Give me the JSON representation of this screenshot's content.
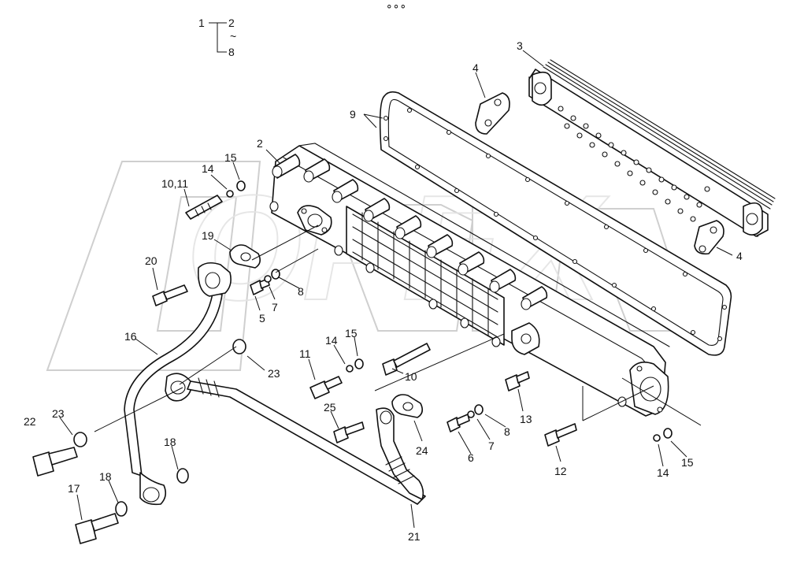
{
  "watermark_text": "OPEX",
  "header_mark": "∘∘∘",
  "legend": {
    "top": "1",
    "range_start": "2",
    "range_sep": "~",
    "range_end": "8"
  },
  "callouts": [
    {
      "id": "c3",
      "text": "3"
    },
    {
      "id": "c4a",
      "text": "4"
    },
    {
      "id": "c4b",
      "text": "4"
    },
    {
      "id": "c9",
      "text": "9"
    },
    {
      "id": "c2",
      "text": "2"
    },
    {
      "id": "c15a",
      "text": "15"
    },
    {
      "id": "c14a",
      "text": "14"
    },
    {
      "id": "c1011",
      "text": "10,11"
    },
    {
      "id": "c19",
      "text": "19"
    },
    {
      "id": "c20",
      "text": "20"
    },
    {
      "id": "c5",
      "text": "5"
    },
    {
      "id": "c7a",
      "text": "7"
    },
    {
      "id": "c8a",
      "text": "8"
    },
    {
      "id": "c16",
      "text": "16"
    },
    {
      "id": "c23a",
      "text": "23"
    },
    {
      "id": "c11",
      "text": "11"
    },
    {
      "id": "c14b",
      "text": "14"
    },
    {
      "id": "c15b",
      "text": "15"
    },
    {
      "id": "c10",
      "text": "10"
    },
    {
      "id": "c13",
      "text": "13"
    },
    {
      "id": "c22",
      "text": "22"
    },
    {
      "id": "c23b",
      "text": "23"
    },
    {
      "id": "c25",
      "text": "25"
    },
    {
      "id": "c24",
      "text": "24"
    },
    {
      "id": "c6",
      "text": "6"
    },
    {
      "id": "c7b",
      "text": "7"
    },
    {
      "id": "c8b",
      "text": "8"
    },
    {
      "id": "c12",
      "text": "12"
    },
    {
      "id": "c14c",
      "text": "14"
    },
    {
      "id": "c15c",
      "text": "15"
    },
    {
      "id": "c18a",
      "text": "18"
    },
    {
      "id": "c18b",
      "text": "18"
    },
    {
      "id": "c17",
      "text": "17"
    },
    {
      "id": "c21",
      "text": "21"
    }
  ]
}
